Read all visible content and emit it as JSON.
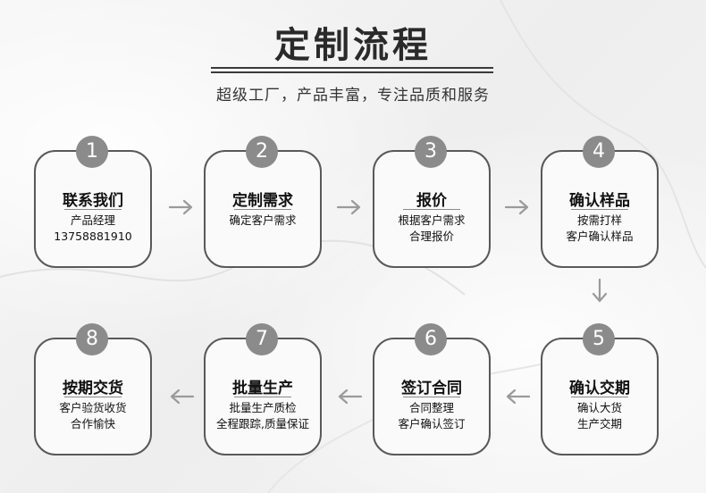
{
  "header": {
    "title": "定制流程",
    "subtitle": "超级工厂，产品丰富，专注品质和服务"
  },
  "steps": [
    {
      "number": "1",
      "title": "联系我们",
      "lines": [
        "产品经理",
        "13758881910"
      ]
    },
    {
      "number": "2",
      "title": "定制需求",
      "lines": [
        "确定客户需求",
        ""
      ]
    },
    {
      "number": "3",
      "title": "报价",
      "lines": [
        "根据客户需求",
        "合理报价"
      ]
    },
    {
      "number": "4",
      "title": "确认样品",
      "lines": [
        "按需打样",
        "客户确认样品"
      ]
    },
    {
      "number": "5",
      "title": "确认交期",
      "lines": [
        "确认大货",
        "生产交期"
      ]
    },
    {
      "number": "6",
      "title": "签订合同",
      "lines": [
        "合同整理",
        "客户确认签订"
      ]
    },
    {
      "number": "7",
      "title": "批量生产",
      "lines": [
        "批量生产质检",
        "全程跟踪,质量保证"
      ]
    },
    {
      "number": "8",
      "title": "按期交货",
      "lines": [
        "客户验货收货",
        "合作愉快"
      ]
    }
  ],
  "colors": {
    "badge": "#8b8b8b",
    "border": "#595959",
    "arrow": "#9a9a9a"
  },
  "icons": {
    "arrow_right": "arrow-right-icon",
    "arrow_left": "arrow-left-icon",
    "arrow_down": "arrow-down-icon"
  }
}
